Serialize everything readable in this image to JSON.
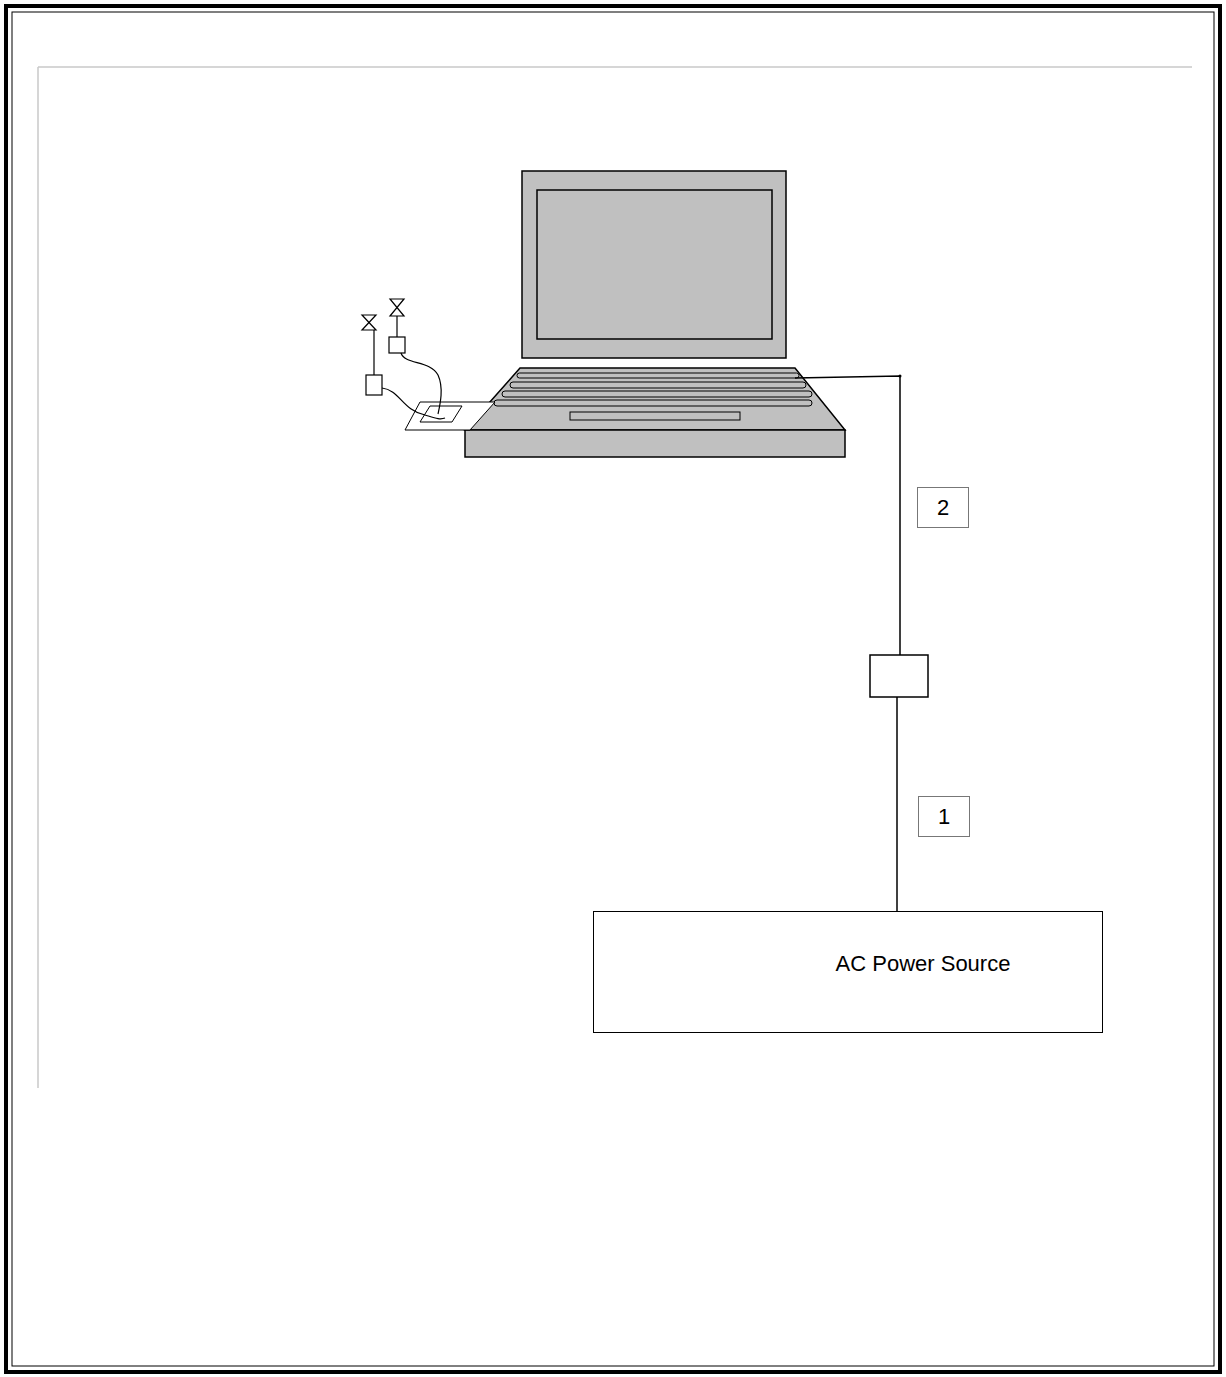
{
  "diagram": {
    "nodes": [
      {
        "text": [
          "AC Power Source"
        ]
      }
    ],
    "labels": [
      "2",
      "1"
    ]
  }
}
